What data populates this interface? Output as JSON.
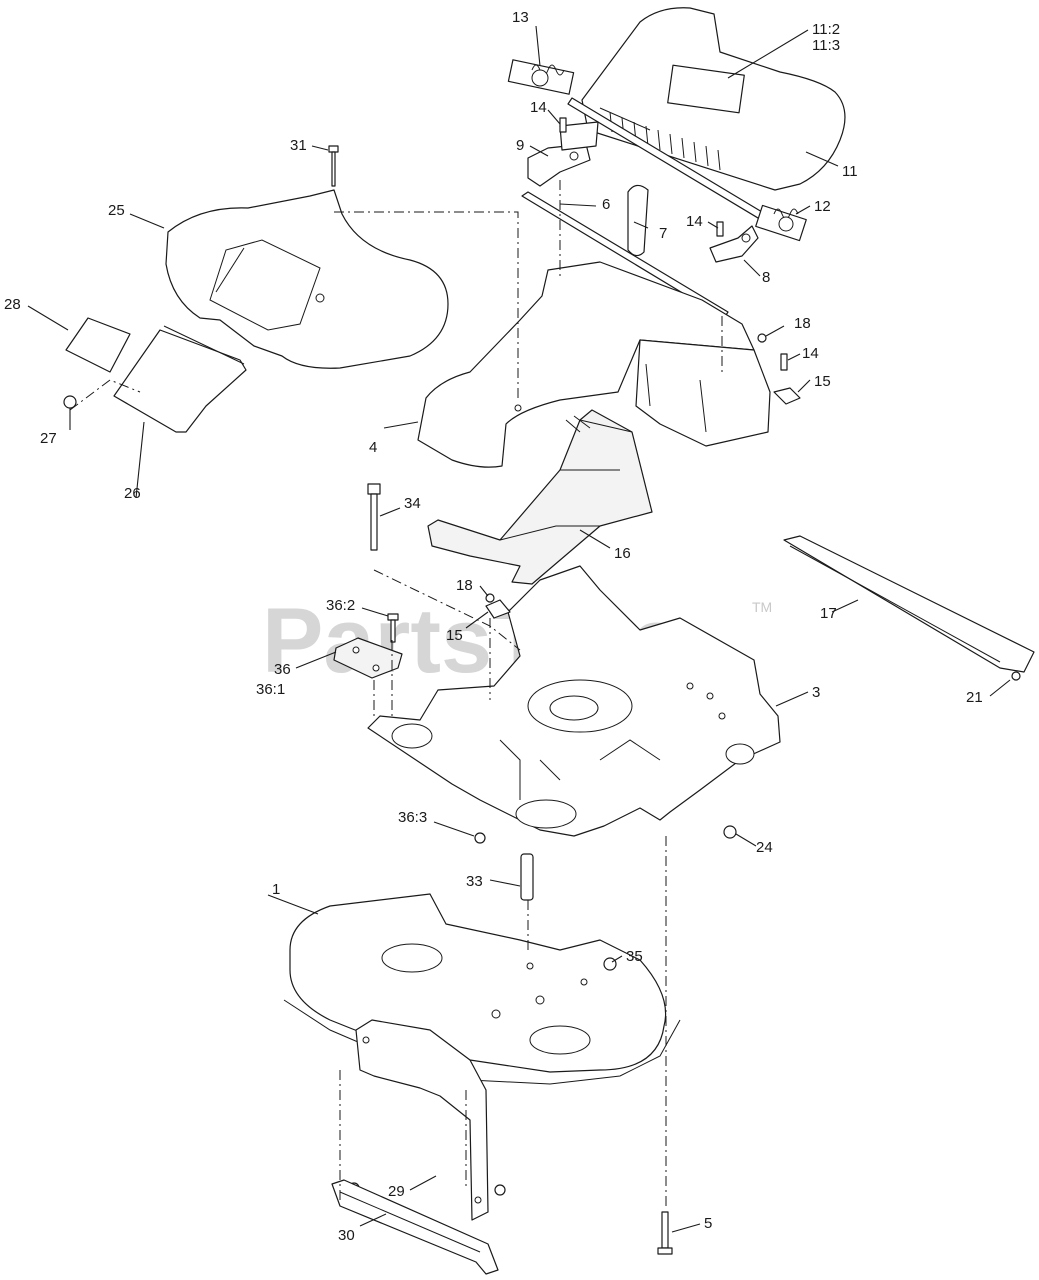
{
  "watermark": {
    "text": "PartsTree",
    "trademark": "TM"
  },
  "callouts": {
    "c1": "1",
    "c3": "3",
    "c4": "4",
    "c5": "5",
    "c6": "6",
    "c7": "7",
    "c8": "8",
    "c9": "9",
    "c11": "11",
    "c11_2": "11:2",
    "c11_3": "11:3",
    "c12": "12",
    "c13": "13",
    "c14a": "14",
    "c14b": "14",
    "c14c": "14",
    "c15a": "15",
    "c15b": "15",
    "c16": "16",
    "c17": "17",
    "c18a": "18",
    "c18b": "18",
    "c21": "21",
    "c24": "24",
    "c25": "25",
    "c26": "26",
    "c27": "27",
    "c28": "28",
    "c29": "29",
    "c30": "30",
    "c31": "31",
    "c33": "33",
    "c34": "34",
    "c35": "35",
    "c36": "36",
    "c36_1": "36:1",
    "c36_2": "36:2",
    "c36_3": "36:3"
  }
}
